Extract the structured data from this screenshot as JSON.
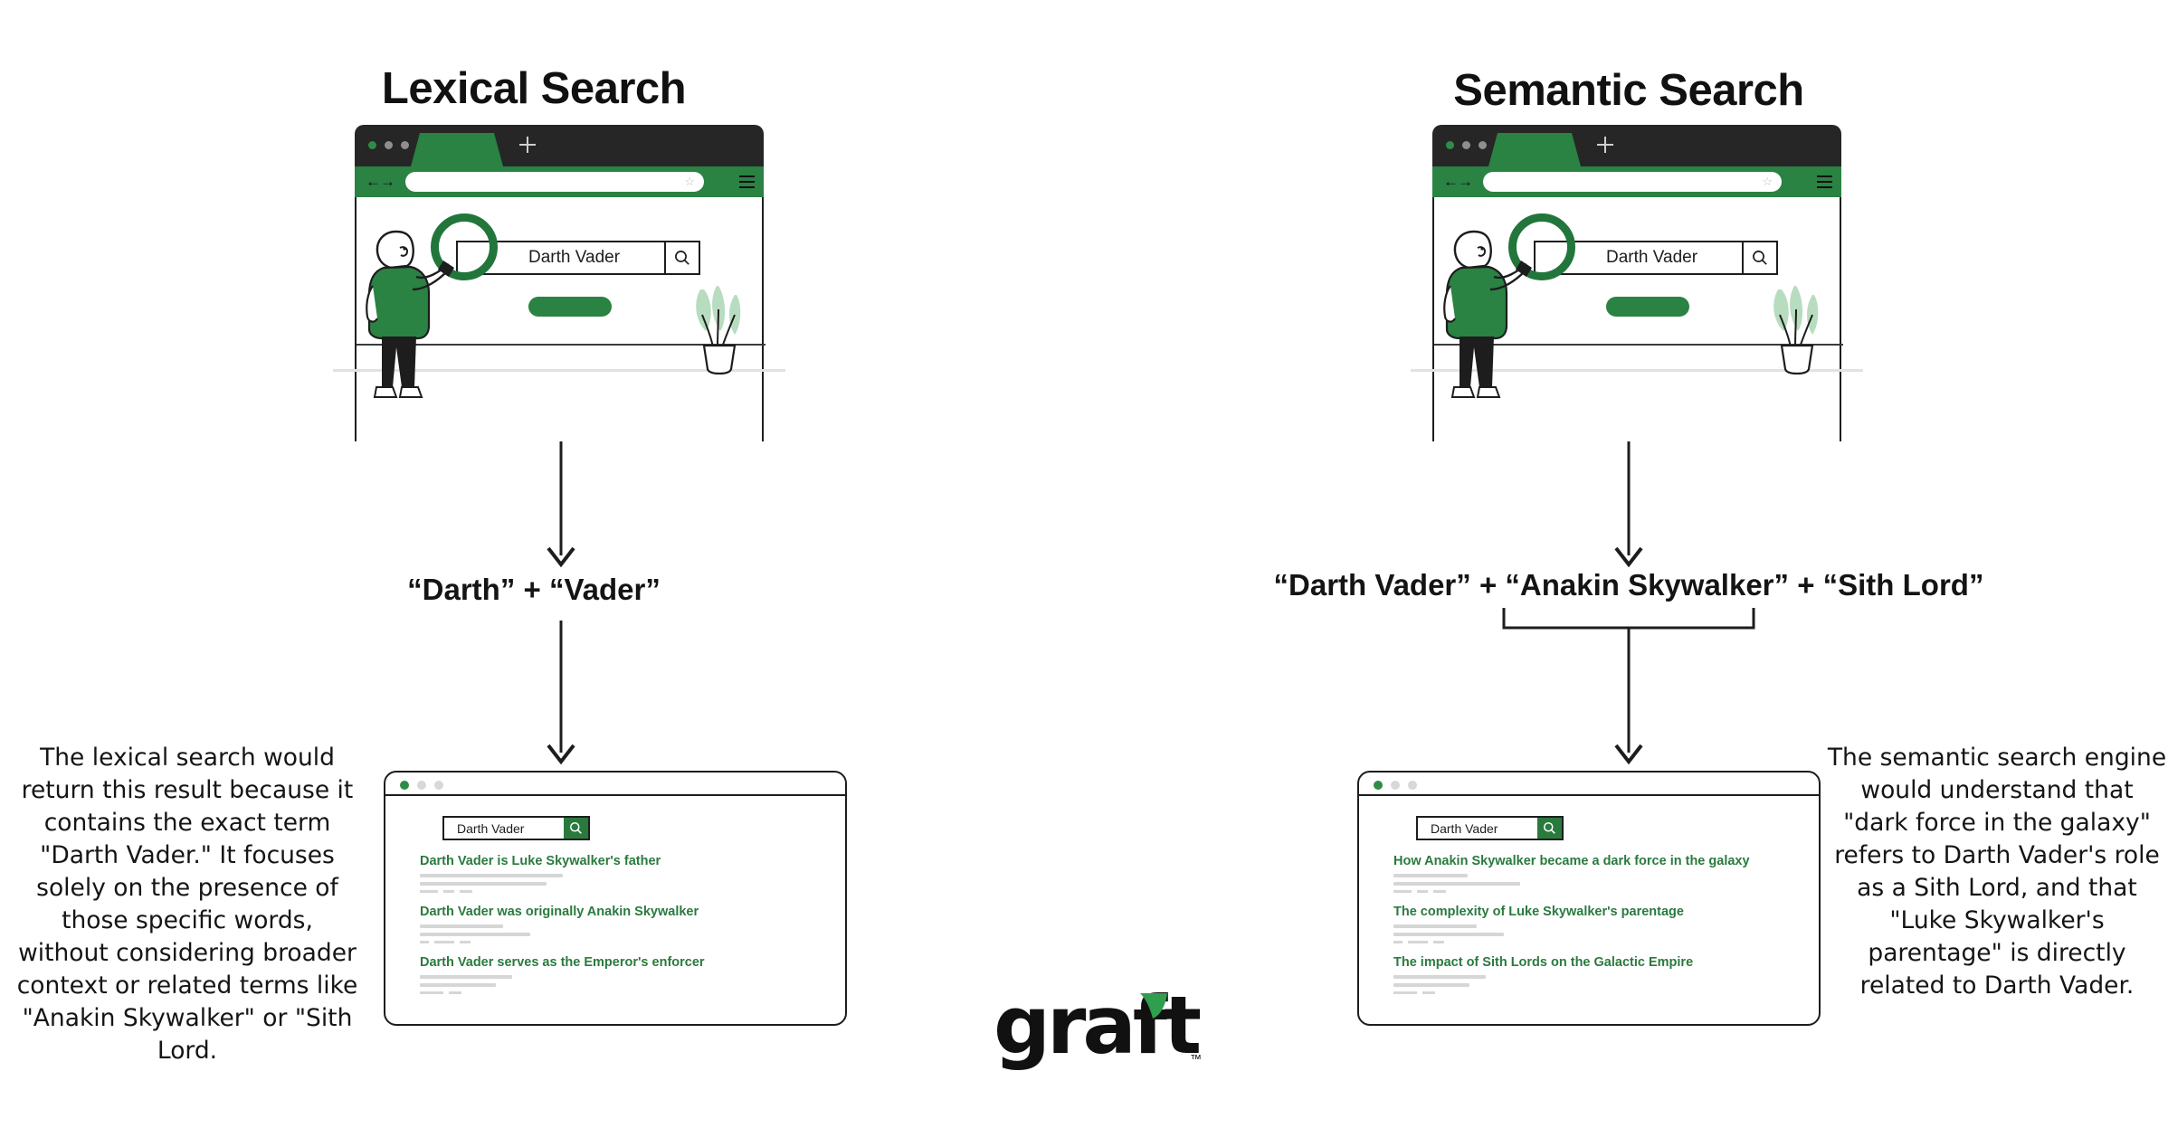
{
  "columns": {
    "left": {
      "title": "Lexical Search",
      "browser": {
        "search_value": "Darth Vader",
        "search_icon": "magnifier-icon",
        "new_tab_icon": "plus-icon",
        "back_forward_icon": "back-forward-arrows-icon",
        "bookmark_icon": "star-icon",
        "menu_icon": "hamburger-menu-icon"
      },
      "query_terms": "“Darth” + “Vader”",
      "results": {
        "search_value": "Darth Vader",
        "items": [
          {
            "title": "Darth Vader is Luke Skywalker's father"
          },
          {
            "title": "Darth Vader was originally Anakin Skywalker"
          },
          {
            "title": "Darth Vader serves as the Emperor's enforcer"
          }
        ]
      },
      "explanation": "The lexical search would return this result because it contains the exact term \"Darth Vader.\" It focuses solely on the presence of those specific words, without considering broader context or related terms like \"Anakin Skywalker\" or \"Sith Lord."
    },
    "right": {
      "title": "Semantic Search",
      "browser": {
        "search_value": "Darth Vader",
        "search_icon": "magnifier-icon",
        "new_tab_icon": "plus-icon",
        "back_forward_icon": "back-forward-arrows-icon",
        "bookmark_icon": "star-icon",
        "menu_icon": "hamburger-menu-icon"
      },
      "query_terms": "“Darth Vader” + “Anakin Skywalker” + “Sith Lord”",
      "results": {
        "search_value": "Darth Vader",
        "items": [
          {
            "title": "How Anakin Skywalker became a dark force in the galaxy"
          },
          {
            "title": "The complexity of Luke Skywalker's parentage"
          },
          {
            "title": "The impact of Sith Lords on the Galactic Empire"
          }
        ]
      },
      "explanation": "The semantic search engine would understand that \"dark force in the galaxy\" refers to Darth Vader's role as a Sith Lord, and that \"Luke Skywalker's parentage\" is directly related to Darth Vader."
    }
  },
  "logo": {
    "wordmark": "graft",
    "trademark": "™",
    "leaf_icon": "green-leaf-icon"
  },
  "colors": {
    "brand_green": "#2a8243",
    "result_green": "#2a7a3e",
    "chrome_dark": "#262626",
    "ink": "#141414",
    "plant_green": "#b8dcc0",
    "placeholder_gray": "#d6d6d6"
  }
}
